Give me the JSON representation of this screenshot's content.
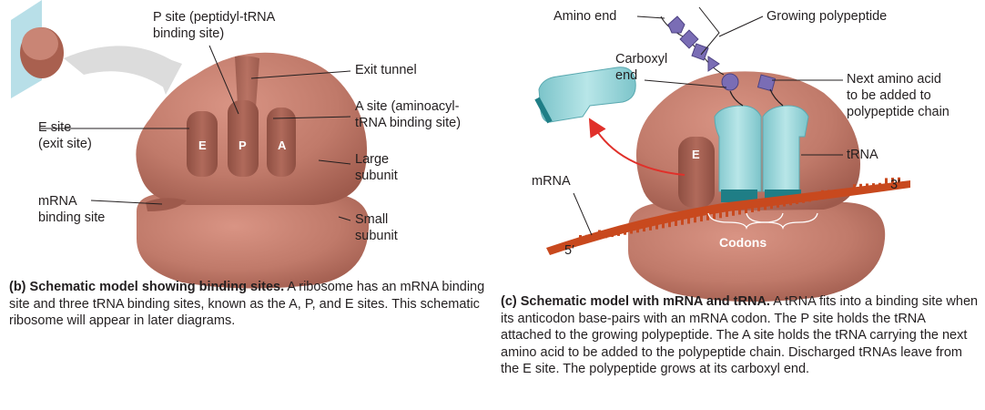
{
  "panel_b": {
    "labels": {
      "p_site": [
        "P site (peptidyl-tRNA",
        "binding site)"
      ],
      "exit_tunnel": "Exit tunnel",
      "a_site": [
        "A site (aminoacyl-",
        "tRNA binding site)"
      ],
      "e_site": [
        "E site",
        "(exit site)"
      ],
      "large_subunit": [
        "Large",
        "subunit"
      ],
      "mrna_binding_site": [
        "mRNA",
        "binding site"
      ],
      "small_subunit": [
        "Small",
        "subunit"
      ]
    },
    "site_letters": [
      "E",
      "P",
      "A"
    ],
    "caption": {
      "letter": "(b)",
      "title": "Schematic model showing binding sites.",
      "body": "A ribosome has an mRNA binding site and three tRNA binding sites, known as the A, P, and E sites. This schematic ribosome will appear in later diagrams."
    }
  },
  "panel_c": {
    "labels": {
      "amino_end": "Amino end",
      "growing_polypeptide": "Growing polypeptide",
      "carboxyl_end": [
        "Carboxyl",
        "end"
      ],
      "next_amino_acid": [
        "Next amino acid",
        "to be added to",
        "polypeptide chain"
      ],
      "trna": "tRNA",
      "mrna": "mRNA",
      "three_prime": "3′",
      "five_prime": "5′",
      "codons": "Codons",
      "e_letter": "E"
    },
    "caption": {
      "letter": "(c)",
      "title": "Schematic model with mRNA and tRNA.",
      "body": "A tRNA fits into a binding site when its anticodon base-pairs with an mRNA codon. The P site holds the tRNA attached to the growing polypeptide. The A site holds the tRNA carrying the next amino acid to be added to the polypeptide chain. Discharged tRNAs leave from the E site. The polypeptide grows at its carboxyl end."
    }
  },
  "colors": {
    "ribosome": "#c07a6a",
    "ribosome_dark": "#9e5a4c",
    "trna": "#9fd8dc",
    "mrna": "#c8491e",
    "polypeptide": "#7a6db5",
    "arrow": "#e0302a",
    "panel_bg": "#b8dfe8"
  }
}
